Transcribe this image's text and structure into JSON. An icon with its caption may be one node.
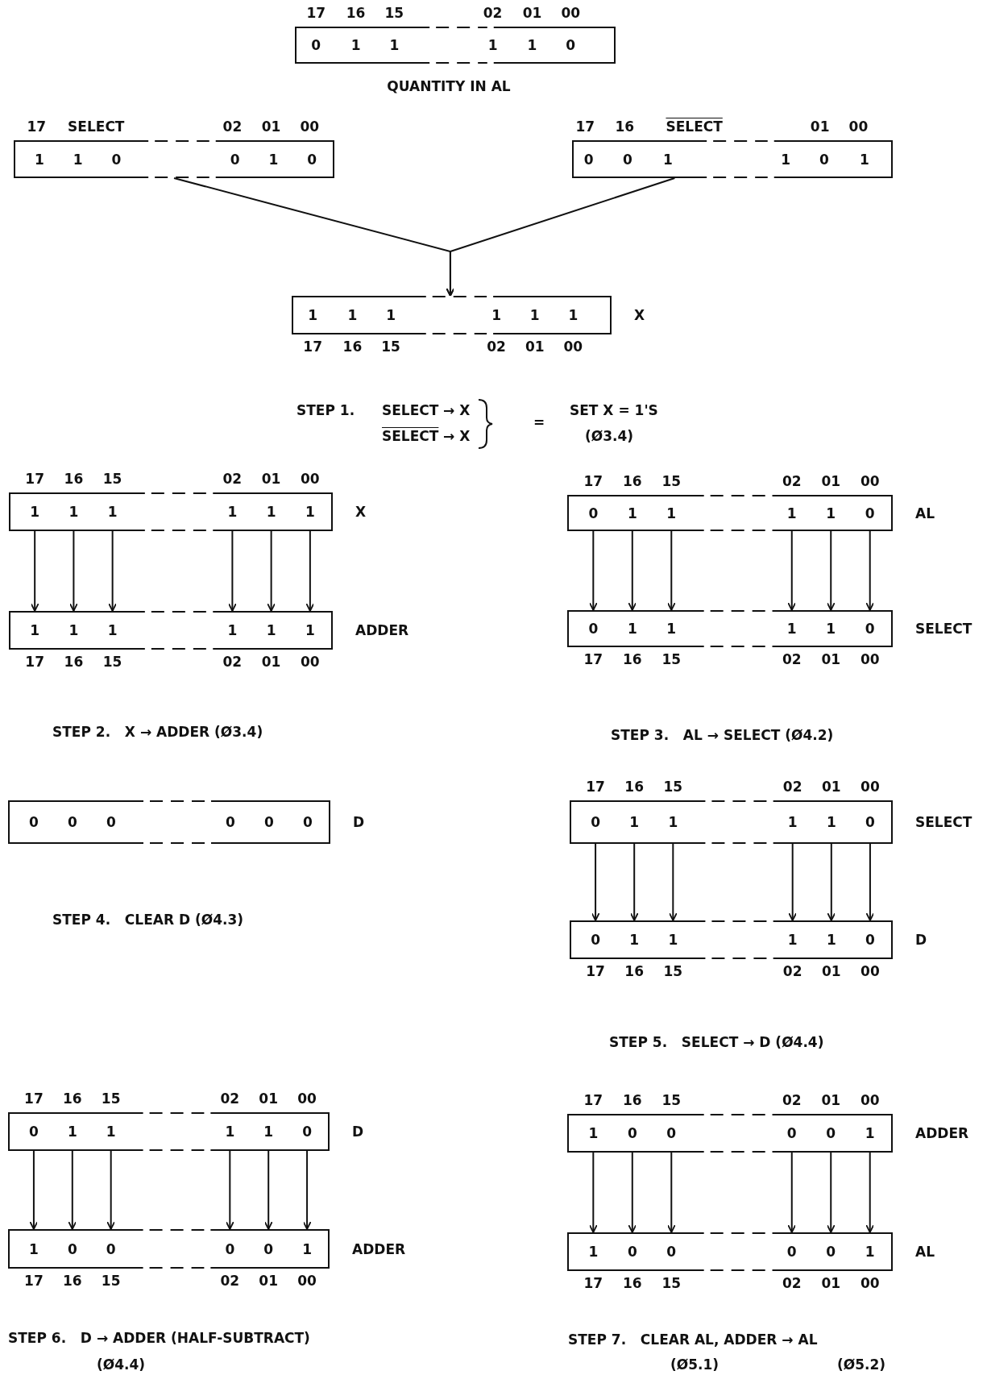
{
  "diagram": {
    "nodes": [
      {
        "text": [
          "0",
          "1",
          "1",
          "1",
          "1",
          "0"
        ],
        "beside": [
          "17",
          "16",
          "15",
          "02",
          "01",
          "00"
        ]
      },
      {
        "text": [
          "1",
          "1",
          "0",
          "0",
          "1",
          "0"
        ],
        "beside": [
          "17",
          "SELECT",
          "02",
          "01",
          "00"
        ]
      },
      {
        "text": [
          "0",
          "0",
          "1",
          "1",
          "0",
          "1"
        ],
        "beside": [
          "17",
          "16",
          "SELECT",
          "01",
          "00"
        ]
      },
      {
        "text": [
          "1",
          "1",
          "1",
          "1",
          "1",
          "1"
        ],
        "beside": [
          "17",
          "16",
          "15",
          "02",
          "01",
          "00",
          "X"
        ]
      },
      {
        "text": [
          "1",
          "1",
          "1",
          "1",
          "1",
          "1"
        ],
        "beside": [
          "17",
          "16",
          "15",
          "02",
          "01",
          "00",
          "X"
        ]
      },
      {
        "text": [
          "1",
          "1",
          "1",
          "1",
          "1",
          "1"
        ],
        "beside": [
          "17",
          "16",
          "15",
          "02",
          "01",
          "00",
          "ADDER"
        ]
      },
      {
        "text": [
          "0",
          "1",
          "1",
          "1",
          "1",
          "0"
        ],
        "beside": [
          "17",
          "16",
          "15",
          "02",
          "01",
          "00",
          "AL"
        ]
      },
      {
        "text": [
          "0",
          "1",
          "1",
          "1",
          "1",
          "0"
        ],
        "beside": [
          "17",
          "16",
          "15",
          "02",
          "01",
          "00",
          "SELECT"
        ]
      },
      {
        "text": [
          "0",
          "0",
          "0",
          "0",
          "0",
          "0"
        ],
        "beside": [
          "D"
        ]
      },
      {
        "text": [
          "0",
          "1",
          "1",
          "1",
          "1",
          "0"
        ],
        "beside": [
          "17",
          "16",
          "15",
          "02",
          "01",
          "00",
          "SELECT"
        ]
      },
      {
        "text": [
          "0",
          "1",
          "1",
          "1",
          "1",
          "0"
        ],
        "beside": [
          "17",
          "16",
          "15",
          "02",
          "01",
          "00",
          "D"
        ]
      },
      {
        "text": [
          "0",
          "1",
          "1",
          "1",
          "1",
          "0"
        ],
        "beside": [
          "17",
          "16",
          "15",
          "02",
          "01",
          "00",
          "D"
        ]
      },
      {
        "text": [
          "1",
          "0",
          "0",
          "0",
          "0",
          "1"
        ],
        "beside": [
          "17",
          "16",
          "15",
          "02",
          "01",
          "00",
          "ADDER"
        ]
      },
      {
        "text": [
          "1",
          "0",
          "0",
          "0",
          "0",
          "1"
        ],
        "beside": [
          "17",
          "16",
          "15",
          "02",
          "01",
          "00",
          "ADDER"
        ]
      },
      {
        "text": [
          "1",
          "0",
          "0",
          "0",
          "0",
          "1"
        ],
        "beside": [
          "17",
          "16",
          "15",
          "02",
          "01",
          "00",
          "AL"
        ]
      }
    ],
    "edges": [
      {
        "from": 1,
        "to": 3,
        "arrow": "to"
      },
      {
        "from": 2,
        "to": 3,
        "arrow": "to"
      },
      {
        "from": 4,
        "to": 5,
        "arrow": "to"
      },
      {
        "from": 4,
        "to": 5,
        "arrow": "to"
      },
      {
        "from": 4,
        "to": 5,
        "arrow": "to"
      },
      {
        "from": 4,
        "to": 5,
        "arrow": "to"
      },
      {
        "from": 4,
        "to": 5,
        "arrow": "to"
      },
      {
        "from": 4,
        "to": 5,
        "arrow": "to"
      },
      {
        "from": 6,
        "to": 7,
        "arrow": "to"
      },
      {
        "from": 6,
        "to": 7,
        "arrow": "to"
      },
      {
        "from": 6,
        "to": 7,
        "arrow": "to"
      },
      {
        "from": 6,
        "to": 7,
        "arrow": "to"
      },
      {
        "from": 6,
        "to": 7,
        "arrow": "to"
      },
      {
        "from": 6,
        "to": 7,
        "arrow": "to"
      },
      {
        "from": 9,
        "to": 10,
        "arrow": "to"
      },
      {
        "from": 9,
        "to": 10,
        "arrow": "to"
      },
      {
        "from": 9,
        "to": 10,
        "arrow": "to"
      },
      {
        "from": 9,
        "to": 10,
        "arrow": "to"
      },
      {
        "from": 9,
        "to": 10,
        "arrow": "to"
      },
      {
        "from": 9,
        "to": 10,
        "arrow": "to"
      },
      {
        "from": 11,
        "to": 12,
        "arrow": "to"
      },
      {
        "from": 11,
        "to": 12,
        "arrow": "to"
      },
      {
        "from": 11,
        "to": 12,
        "arrow": "to"
      },
      {
        "from": 11,
        "to": 12,
        "arrow": "to"
      },
      {
        "from": 11,
        "to": 12,
        "arrow": "to"
      },
      {
        "from": 11,
        "to": 12,
        "arrow": "to"
      },
      {
        "from": 13,
        "to": 14,
        "arrow": "to"
      },
      {
        "from": 13,
        "to": 14,
        "arrow": "to"
      },
      {
        "from": 13,
        "to": 14,
        "arrow": "to"
      },
      {
        "from": 13,
        "to": 14,
        "arrow": "to"
      },
      {
        "from": 13,
        "to": 14,
        "arrow": "to"
      },
      {
        "from": 13,
        "to": 14,
        "arrow": "to"
      }
    ],
    "labels": [
      "QUANTITY IN AL",
      "STEP 1.",
      "SELECT",
      "→ X",
      "SELECT",
      "→ X",
      "=",
      "SET X = 1'S",
      "(Ø3.4)",
      "STEP 2.   X → ADDER (Ø3.4)",
      "STEP 3.   AL → SELECT (Ø4.2)",
      "STEP 4.   CLEAR D (Ø4.3)",
      "STEP 5.   SELECT → D (Ø4.4)",
      "STEP 6.   D → ADDER (HALF-SUBTRACT)",
      "(Ø4.4)",
      "STEP 7.   CLEAR AL, ADDER → AL",
      "(Ø5.1)",
      "(Ø5.2)"
    ]
  }
}
